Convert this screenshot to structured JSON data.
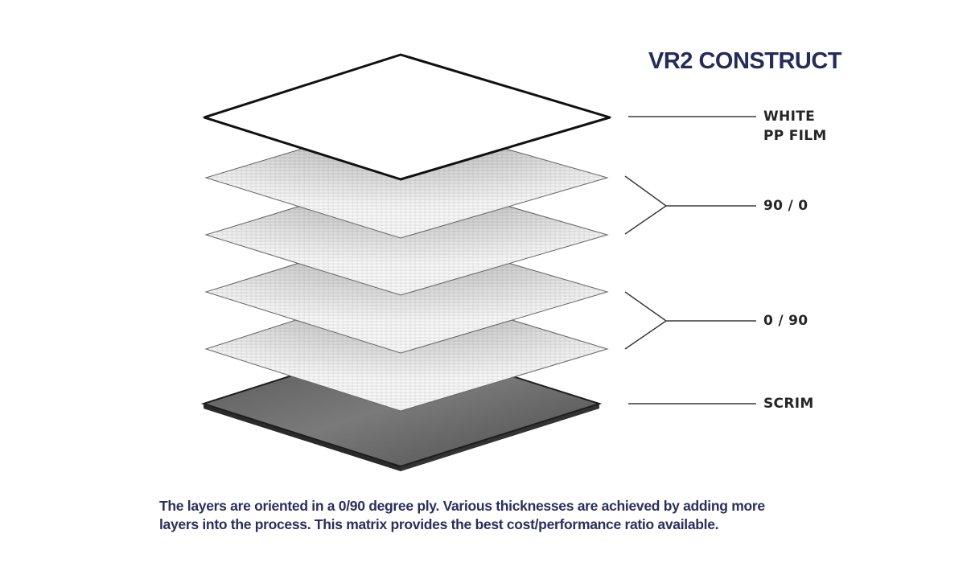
{
  "title": "VR2 CONSTRUCT",
  "layers": [
    {
      "id": "white-pp-film",
      "material": "film",
      "fill": "#ffffff"
    },
    {
      "id": "ply-1",
      "material": "textured-fabric"
    },
    {
      "id": "ply-2",
      "material": "textured-fabric"
    },
    {
      "id": "ply-3",
      "material": "textured-fabric"
    },
    {
      "id": "ply-4",
      "material": "textured-fabric"
    },
    {
      "id": "scrim",
      "material": "scrim",
      "fill": "#6a6a6a"
    }
  ],
  "labels": {
    "film_line1": "WHITE",
    "film_line2": "PP FILM",
    "group1": "90 / 0",
    "group2": "0 / 90",
    "scrim": "SCRIM"
  },
  "caption": "The layers are oriented in a 0/90 degree ply. Various thicknesses are achieved by adding more\nlayers  into the process. This matrix provides the best cost/performance ratio available.",
  "colors": {
    "title": "#232c5a",
    "caption": "#2a2f5c",
    "label": "#262626",
    "leader": "#3a3a3a"
  }
}
